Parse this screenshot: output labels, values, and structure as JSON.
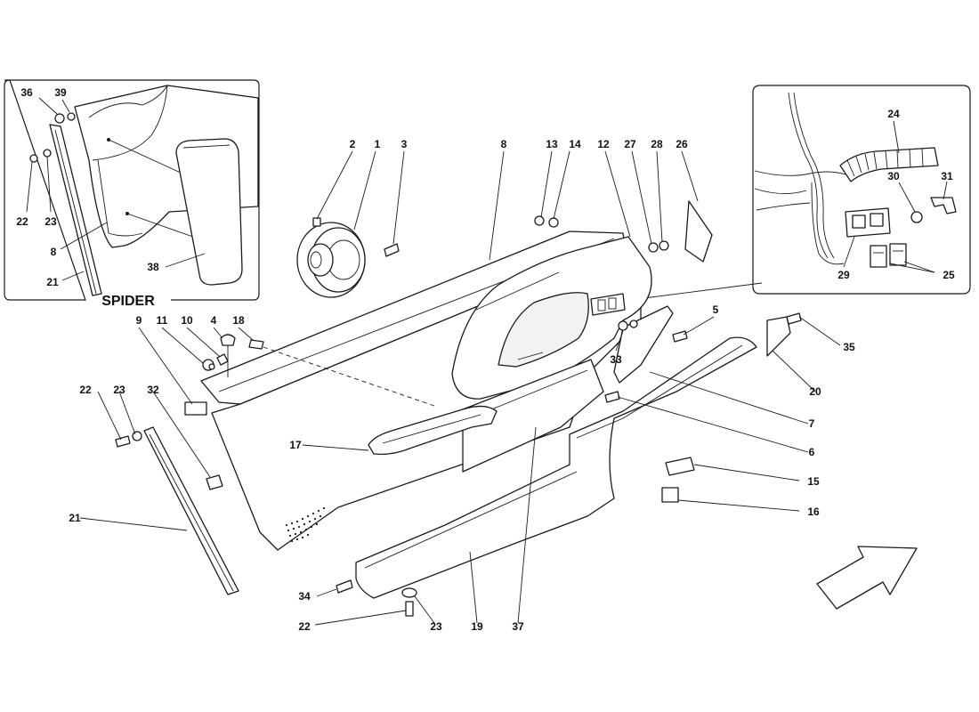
{
  "inset_spider": {
    "title": "SPIDER",
    "callouts": [
      "36",
      "39",
      "22",
      "23",
      "8",
      "21",
      "38"
    ]
  },
  "inset_wiring": {
    "callouts": [
      "24",
      "30",
      "31",
      "29",
      "25"
    ]
  },
  "main": {
    "callouts": [
      "2",
      "1",
      "3",
      "8",
      "13",
      "14",
      "12",
      "27",
      "28",
      "26",
      "9",
      "11",
      "10",
      "4",
      "18",
      "5",
      "33",
      "35",
      "20",
      "7",
      "6",
      "22",
      "23",
      "32",
      "17",
      "15",
      "16",
      "21",
      "34",
      "22",
      "23",
      "19",
      "37"
    ]
  }
}
